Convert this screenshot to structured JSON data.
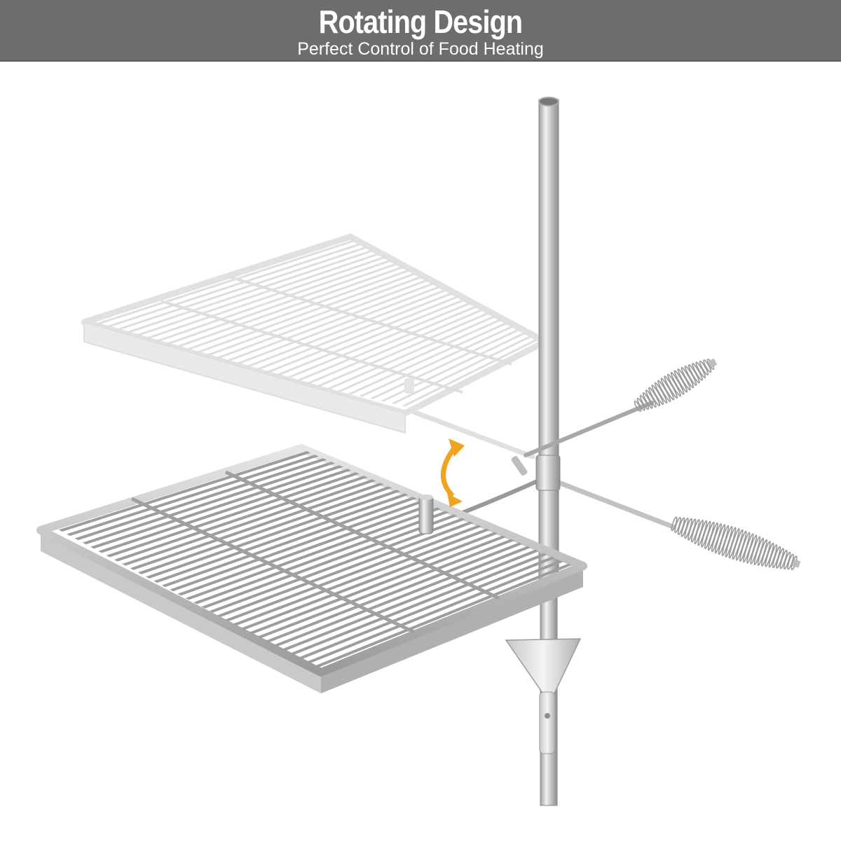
{
  "banner": {
    "title": "Rotating Design",
    "subtitle": "Perfect Control of Food Heating"
  },
  "colors": {
    "banner_bg": "#6d6d6d",
    "banner_text": "#ffffff",
    "steel": "#b9b9b9",
    "steel_light": "#d8d8d8",
    "arrow": "#f0a31e"
  },
  "scene": {
    "objects": [
      "vertical-pole",
      "grate-faded-position",
      "grate-front-position",
      "swing-arm",
      "spring-handle-icon",
      "rotation-arrow-icon",
      "ground-stake"
    ]
  }
}
